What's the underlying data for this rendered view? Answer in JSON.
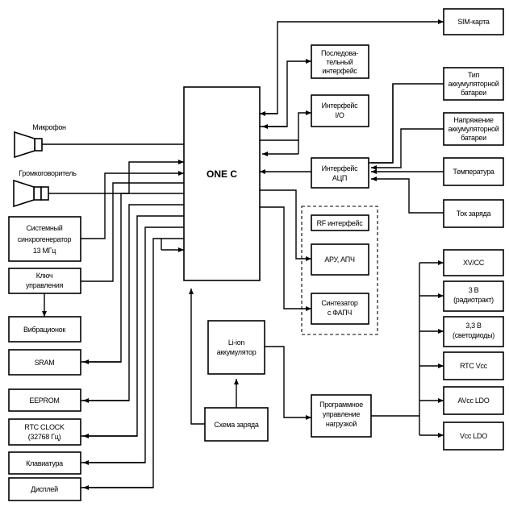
{
  "diagram": {
    "center": "ONE C",
    "left_blocks": {
      "microphone": "Микрофон",
      "speaker": "Громкоговоритель",
      "oscillator": [
        "Системный",
        "синхрогенератор",
        "13 МГц"
      ],
      "key": [
        "Ключ",
        "управления"
      ],
      "vibrator": "Вибрационок",
      "sram": "SRAM",
      "eeprom": "EEPROM",
      "rtc_clock": [
        "RTC CLOCK",
        "(32768 Гц)"
      ],
      "keyboard": "Клавиатура",
      "display": "Дисплей"
    },
    "middle_blocks": {
      "sim": "SIM-карта",
      "serial": [
        "Последова-",
        "тельный",
        "интерфейс"
      ],
      "io": [
        "Интерфейс",
        "I/O"
      ],
      "adc": [
        "Интерфейс",
        "АЦП"
      ],
      "rf_group": {
        "title": "RF интерфейс",
        "agc": "АРУ, АПЧ",
        "synth": [
          "Синтезатор",
          "с ФАПЧ"
        ]
      },
      "battery": [
        "Li-ion",
        "аккумулятор"
      ],
      "charger": "Схема заряда",
      "load_ctrl": [
        "Программное",
        "управление",
        "нагрузкой"
      ]
    },
    "right_blocks": {
      "battery_type": [
        "Тип",
        "аккумуляторной",
        "батареи"
      ],
      "battery_voltage": [
        "Напряжение",
        "аккумуляторной",
        "батареи"
      ],
      "temperature": "Температура",
      "charge_current": "Ток заряда",
      "xvcc": "XV/CC",
      "v3": [
        "3 В",
        "(радиотракт)"
      ],
      "v33": [
        "3,3 В",
        "(светодиоды)"
      ],
      "rtc_vcc": "RTC Vcc",
      "avcc_ldo": "AVcc LDO",
      "vcc_ldo": "Vcc LDO"
    }
  }
}
